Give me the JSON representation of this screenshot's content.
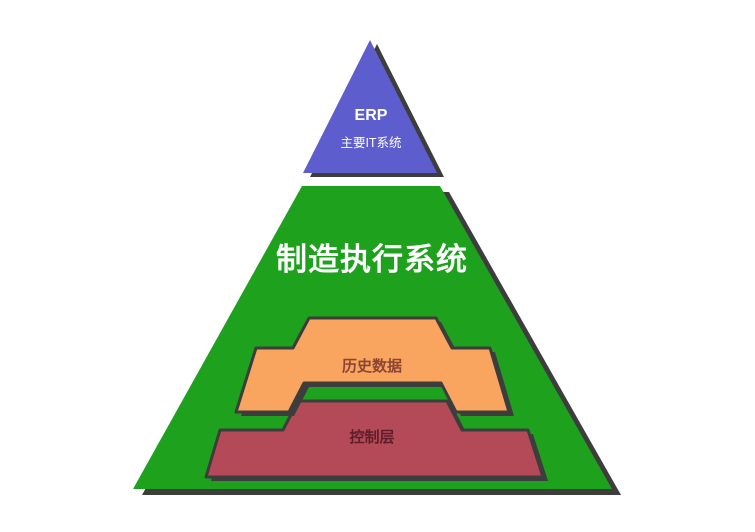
{
  "diagram": {
    "type": "layered-pyramid",
    "layers": [
      {
        "id": "erp",
        "label": "ERP",
        "sublabel": "主要IT系统",
        "color": "#5d5dce",
        "label_color": "#ffffff"
      },
      {
        "id": "mes",
        "label": "制造执行系统",
        "sublabel": "",
        "color": "#1ea21e",
        "label_color": "#ffffff"
      },
      {
        "id": "history",
        "label": "历史数据",
        "sublabel": "",
        "color": "#faa55f",
        "label_color": "#8b4534"
      },
      {
        "id": "control",
        "label": "控制层",
        "sublabel": "",
        "color": "#b44a58",
        "label_color": "#5f1e29"
      }
    ],
    "colors": {
      "shadow": "#3d3d3d",
      "background": "#ffffff"
    }
  }
}
